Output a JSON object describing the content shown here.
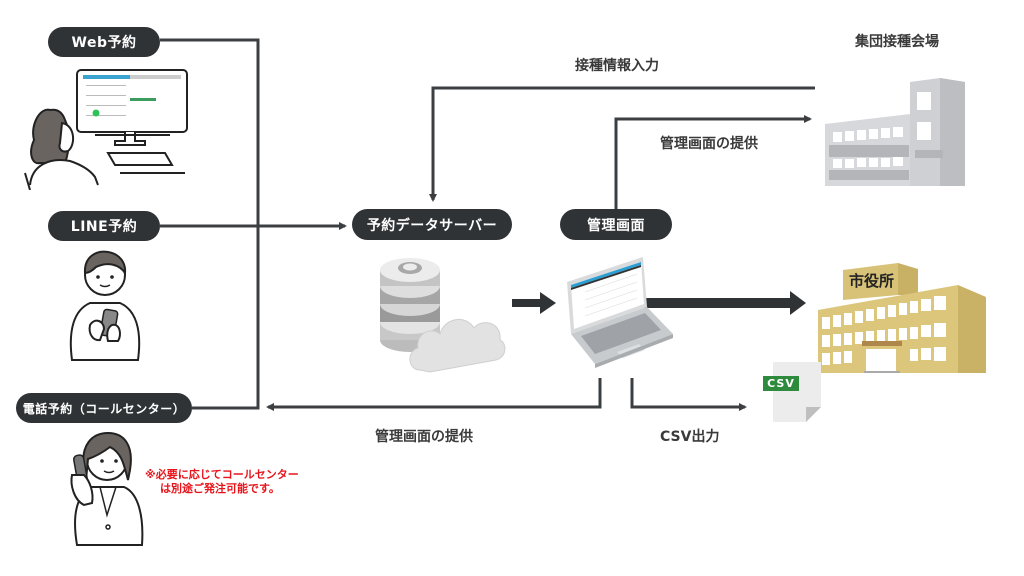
{
  "channels": {
    "web": {
      "label": "Web予約",
      "icon": "person-at-computer-icon"
    },
    "line": {
      "label": "LINE予約",
      "icon": "person-with-smartphone-icon"
    },
    "phone": {
      "label": "電話予約（コールセンター）",
      "icon": "person-on-phone-icon"
    }
  },
  "note": {
    "line1": "※必要に応じてコールセンター",
    "line2": "は別途ご発注可能です。",
    "color": "#e8141b"
  },
  "nodes": {
    "server": {
      "label": "予約データサーバー",
      "icon": "database-cloud-icon"
    },
    "admin": {
      "label": "管理画面",
      "icon": "laptop-icon"
    },
    "venue": {
      "label": "集団接種会場",
      "icon": "venue-building-icon"
    },
    "city_hall": {
      "label": "市役所",
      "icon": "city-hall-building-icon"
    },
    "csv": {
      "label": "CSV",
      "icon": "csv-file-icon"
    }
  },
  "flows": {
    "vaccination_input": "接種情報入力",
    "admin_provision_top": "管理画面の提供",
    "admin_provision_bottom": "管理画面の提供",
    "csv_output": "CSV出力"
  },
  "colors": {
    "pill": "#2f3336",
    "line": "#3c3f42",
    "csv_badge": "#2e8b3e",
    "city_hall": "#d9c27a",
    "venue": "#d3d4d8"
  }
}
